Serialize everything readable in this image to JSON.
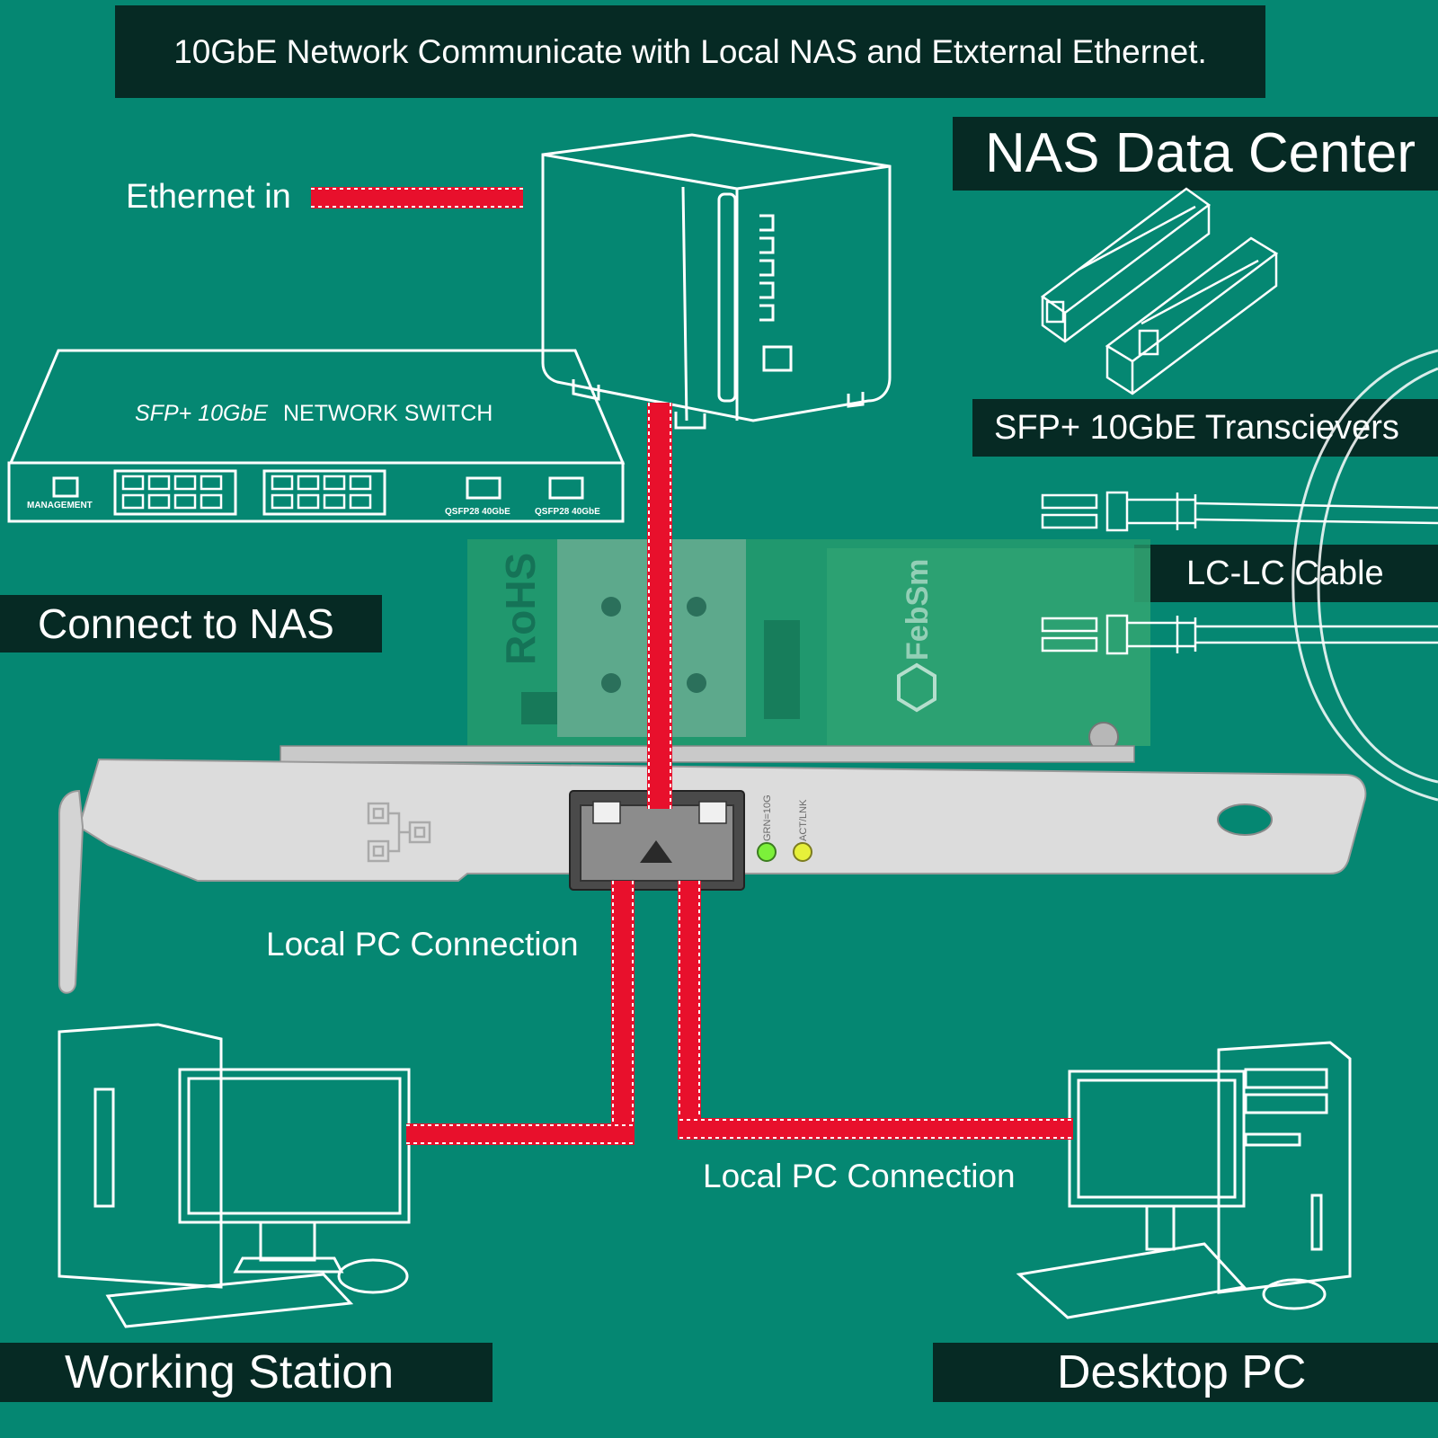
{
  "banner": {
    "text": "10GbE Network Communicate with Local NAS and Etxternal Ethernet."
  },
  "nas": {
    "title": "NAS Data Center",
    "ethernet_in": "Ethernet in"
  },
  "switch": {
    "title_italic": "SFP+ 10GbE",
    "title_rest": "NETWORK SWITCH",
    "management": "MANAGEMENT",
    "qsfp_a": "QSFP28 40GbE",
    "qsfp_b": "QSFP28 40GbE"
  },
  "transceivers": {
    "label": "SFP+ 10GbE Transcievers"
  },
  "cable": {
    "label": "LC-LC Cable"
  },
  "connect_nas": {
    "label": "Connect to NAS"
  },
  "card": {
    "rohs": "RoHS",
    "brand": "FebSm",
    "led_green": "GRN=10G",
    "led_act": "ACT/LNK"
  },
  "connections": {
    "left_label": "Local PC Connection",
    "right_label": "Local PC Connection"
  },
  "stations": {
    "left": "Working Station",
    "right": "Desktop PC"
  },
  "colors": {
    "background": "#058772",
    "banner": "#062a24",
    "line": "#e8102c",
    "outline": "#ffffff",
    "led_green": "#7cf03a",
    "led_yellow": "#e6f03a"
  }
}
